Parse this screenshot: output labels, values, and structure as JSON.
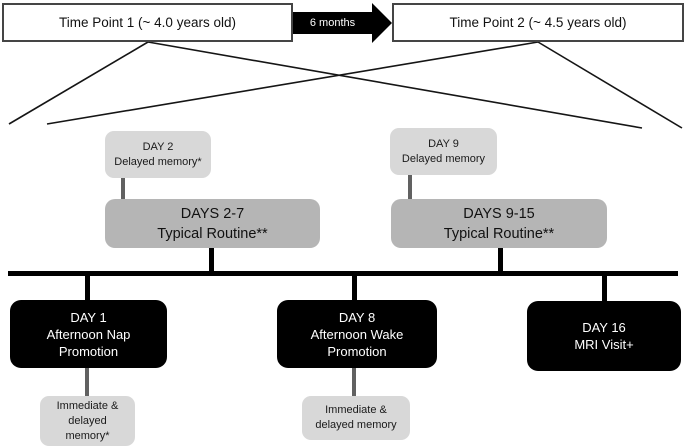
{
  "figure": {
    "top_row": {
      "time_point_1": "Time Point 1 (~ 4.0 years old)",
      "arrow_label": "6 months",
      "time_point_2": "Time Point 2 (~ 4.5 years old)"
    },
    "protocol_row": {
      "day2_box": {
        "title": "DAY 2",
        "subtitle": "Delayed memory*"
      },
      "day9_box": {
        "title": "DAY 9",
        "subtitle": "Delayed memory"
      },
      "days_2_7_box": {
        "title": "DAYS 2-7",
        "subtitle": "Typical Routine**"
      },
      "days_9_15_box": {
        "title": "DAYS 9-15",
        "subtitle": "Typical Routine**"
      }
    },
    "timeline_row": {
      "day1_box": {
        "line1": "DAY 1",
        "line2": "Afternoon Nap",
        "line3": "Promotion"
      },
      "day8_box": {
        "line1": "DAY 8",
        "line2": "Afternoon Wake",
        "line3": "Promotion"
      },
      "day16_box": {
        "line1": "DAY 16",
        "line2": "MRI Visit+"
      }
    },
    "memory_row": {
      "day1_memory_box": {
        "line1": "Immediate &",
        "line2": "delayed",
        "line3": "memory*"
      },
      "day8_memory_box": {
        "line1": "Immediate &",
        "line2": "delayed memory"
      }
    }
  },
  "colors": {
    "light_gray_box": "#d8d8d8",
    "medium_gray_box": "#b5b5b5",
    "stem_gray": "#616161",
    "black_box": "#000000",
    "background": "#ffffff"
  }
}
